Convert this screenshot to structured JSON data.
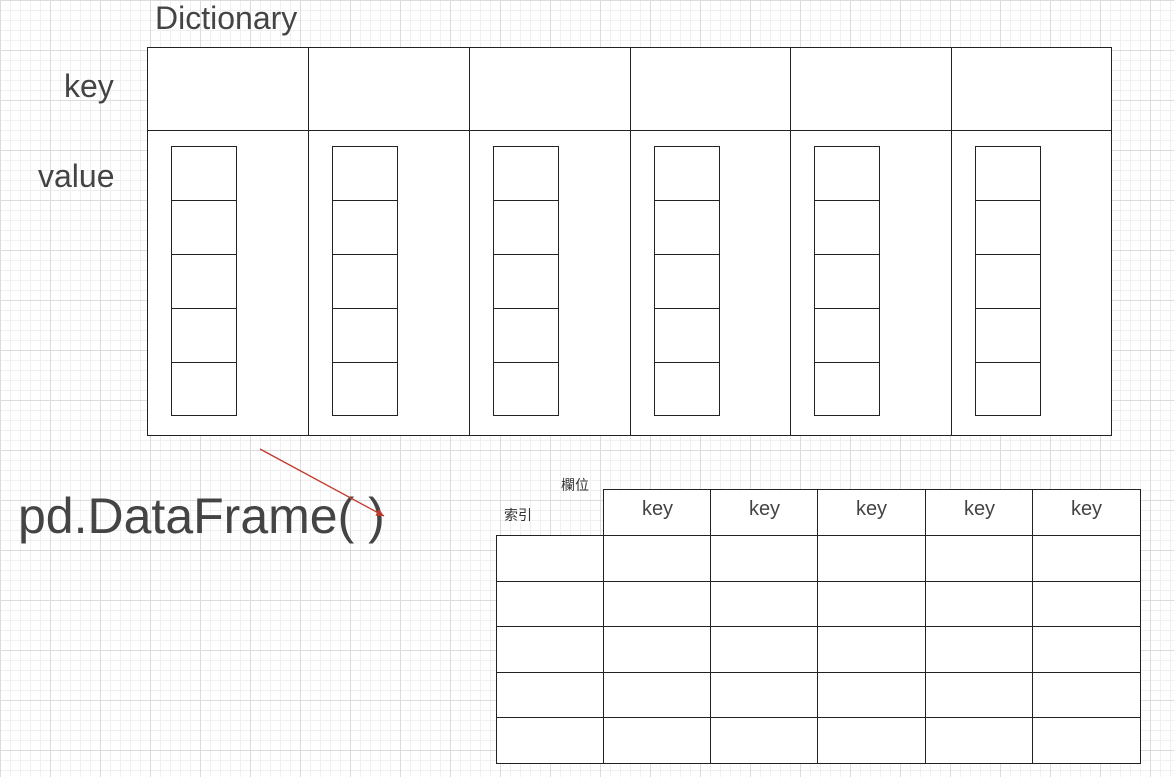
{
  "dictionary": {
    "title": "Dictionary",
    "key_label": "key",
    "value_label": "value",
    "column_count": 6,
    "value_cells_per_column": 5
  },
  "conversion": {
    "code": "pd.DataFrame( )",
    "arrow_color": "#c0392b"
  },
  "dataframe": {
    "column_axis_label": "欄位",
    "index_axis_label": "索引",
    "column_headers": [
      "key",
      "key",
      "key",
      "key",
      "key"
    ],
    "row_count": 5
  }
}
